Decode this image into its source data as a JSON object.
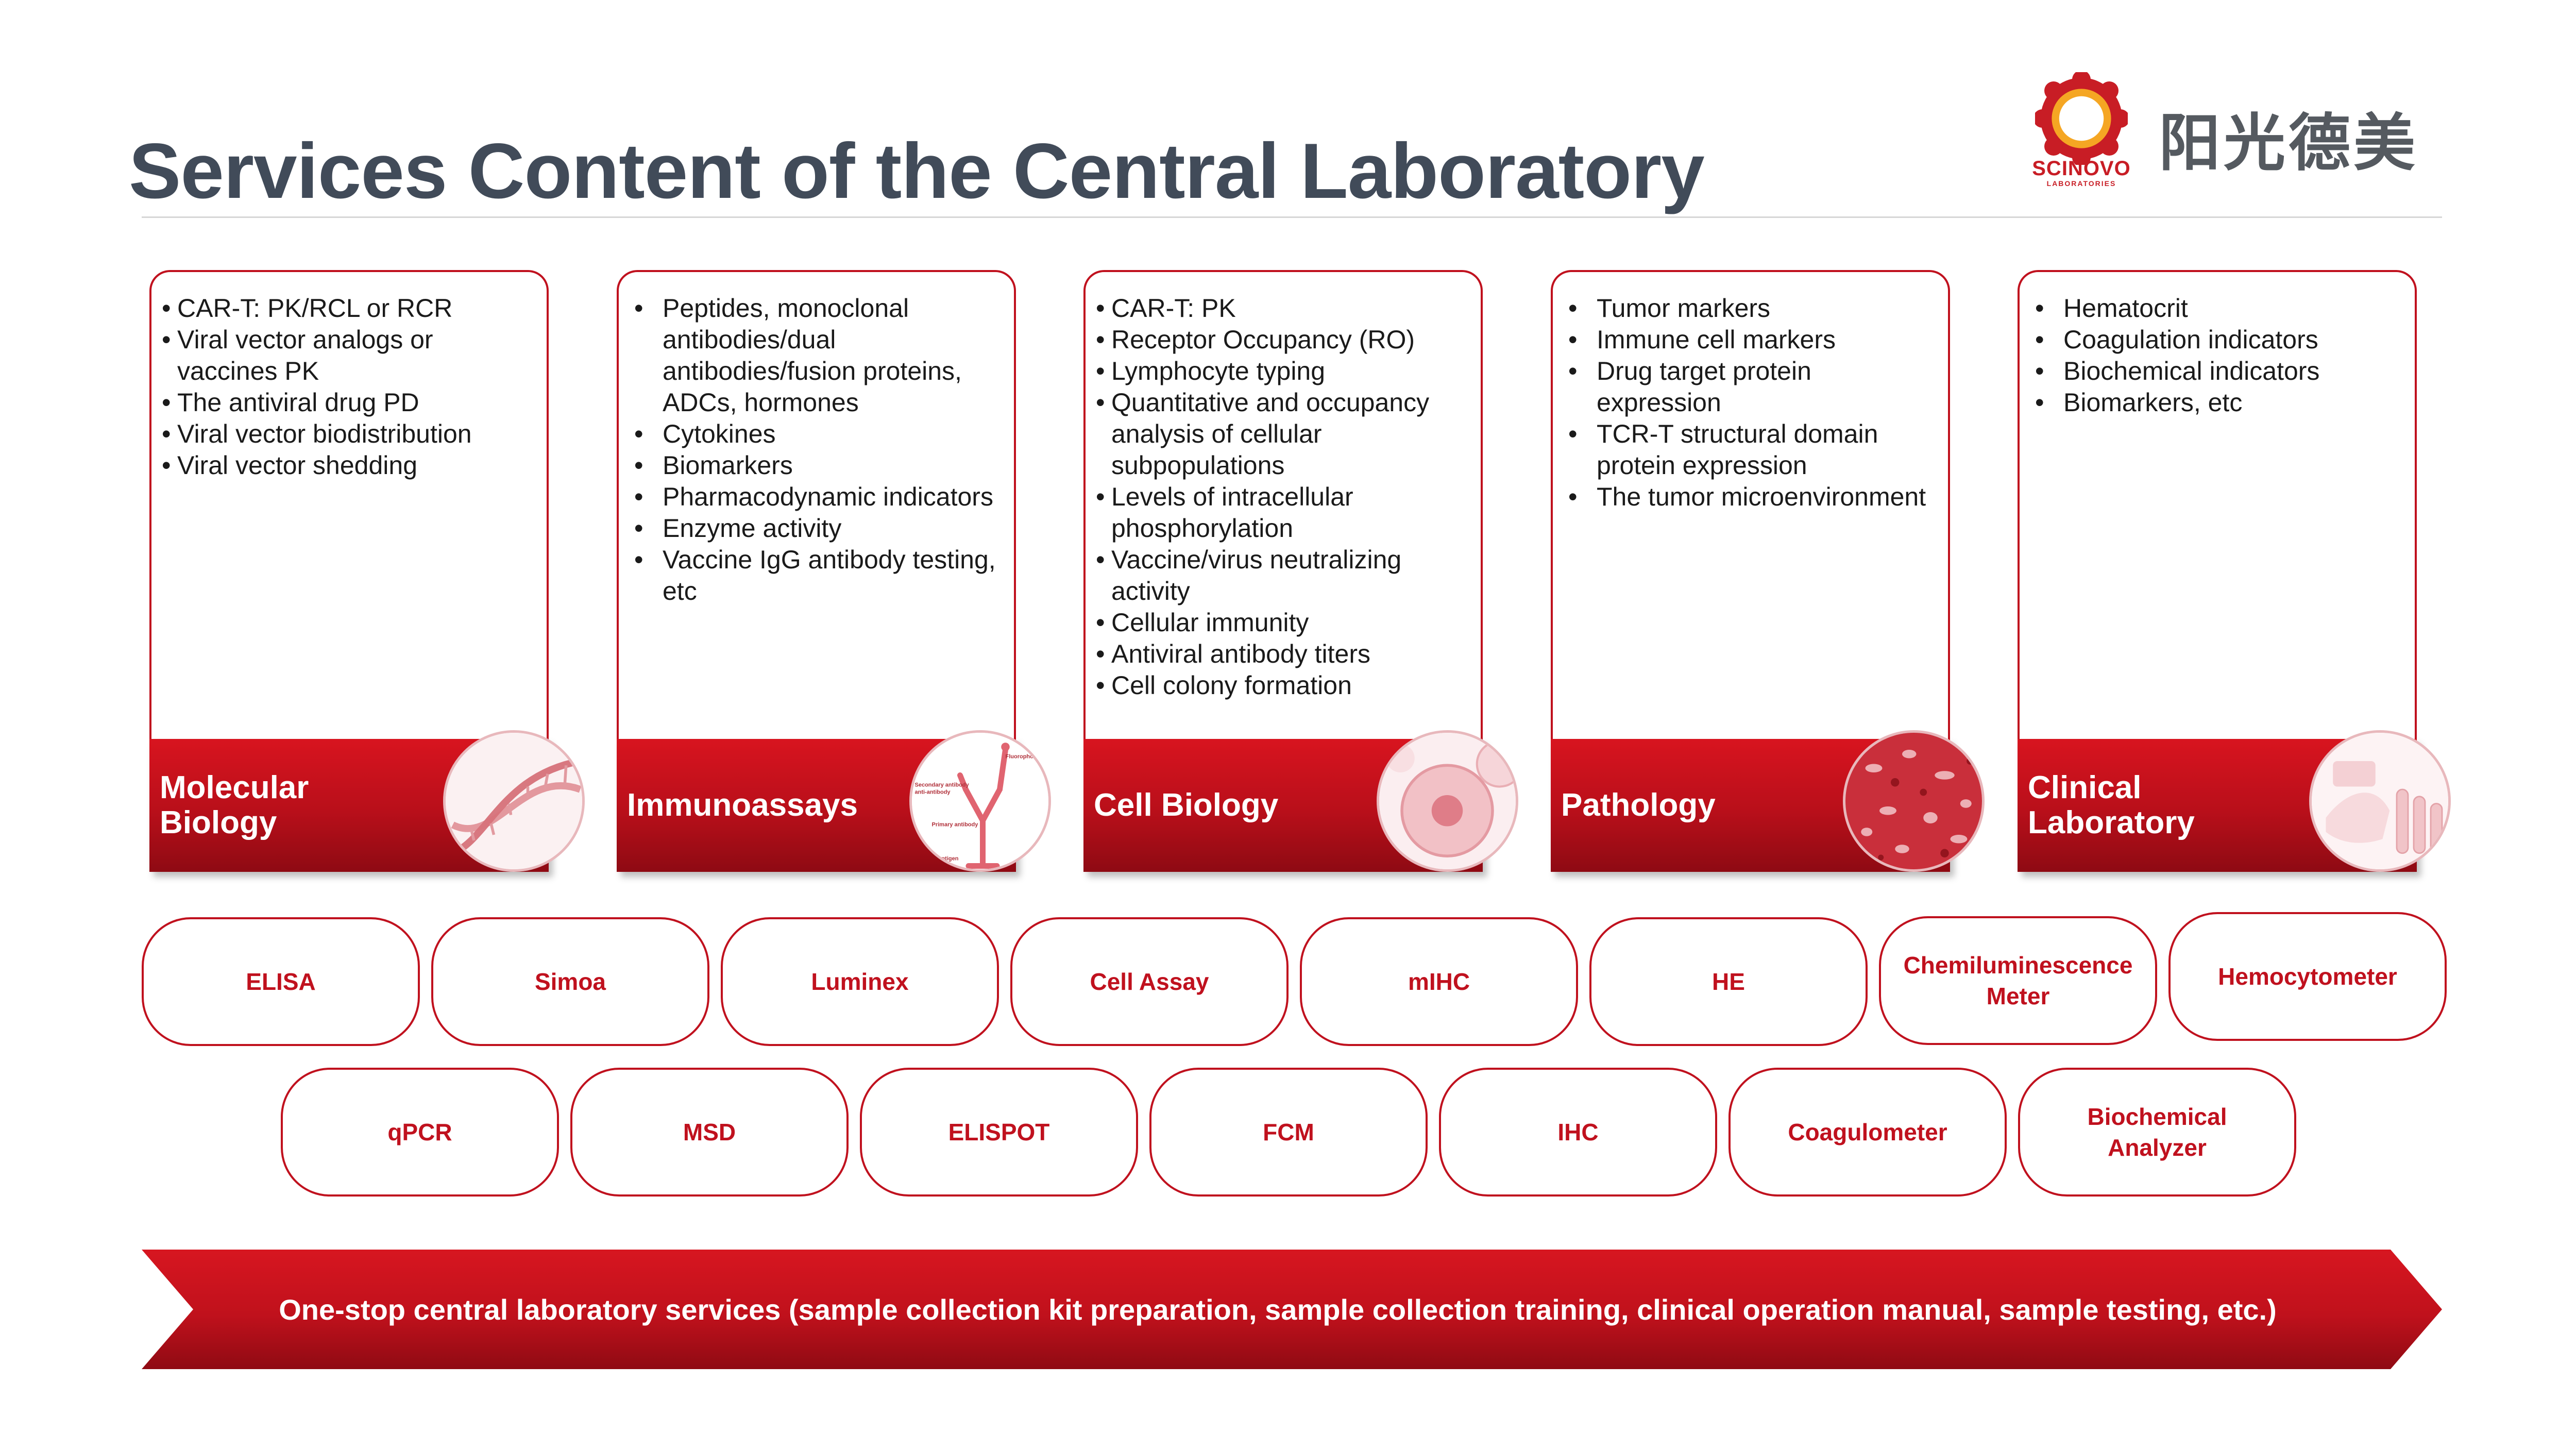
{
  "title": "Services Content of the Central Laboratory",
  "logo": {
    "name_en": "SCINOVO",
    "name_en_sub": "LABORATORIES",
    "name_cn": "阳光德美"
  },
  "cards": [
    {
      "label": "Molecular Biology",
      "items": [
        "CAR-T: PK/RCL or RCR",
        "Viral vector analogs or vaccines PK",
        "The antiviral drug PD",
        "Viral vector biodistribution",
        "Viral vector shedding"
      ]
    },
    {
      "label": "Immunoassays",
      "items": [
        "Peptides, monoclonal antibodies/dual antibodies/fusion proteins, ADCs, hormones",
        "Cytokines",
        "Biomarkers",
        "Pharmacodynamic indicators",
        "Enzyme activity",
        "Vaccine IgG antibody testing, etc"
      ],
      "diagram_labels": [
        "Fluorophore",
        "Secondary antibody",
        "anti-antibody",
        "Primary antibody",
        "Antigen"
      ]
    },
    {
      "label": "Cell Biology",
      "items": [
        "CAR-T: PK",
        "Receptor Occupancy (RO)",
        "Lymphocyte typing",
        "Quantitative and occupancy analysis of cellular subpopulations",
        "Levels of intracellular phosphorylation",
        "Vaccine/virus neutralizing activity",
        "Cellular immunity",
        "Antiviral antibody titers",
        "Cell colony formation"
      ]
    },
    {
      "label": "Pathology",
      "items": [
        "Tumor markers",
        "Immune cell markers",
        "Drug target protein expression",
        "TCR-T structural domain protein expression",
        "The tumor microenvironment"
      ]
    },
    {
      "label": "Clinical Laboratory",
      "items": [
        "Hematocrit",
        "Coagulation indicators",
        "Biochemical indicators",
        "Biomarkers, etc"
      ]
    }
  ],
  "platforms_row1": [
    "ELISA",
    "Simoa",
    "Luminex",
    "Cell Assay",
    "mIHC",
    "HE",
    "Chemiluminescence Meter",
    "Hemocytometer"
  ],
  "platforms_row2": [
    "qPCR",
    "MSD",
    "ELISPOT",
    "FCM",
    "IHC",
    "Coagulometer",
    "Biochemical Analyzer"
  ],
  "banner": "One-stop central laboratory services (sample collection kit preparation, sample collection training, clinical operation manual, sample testing, etc.)",
  "colors": {
    "brand_red": "#c0111e",
    "title_gray": "#414b59"
  }
}
